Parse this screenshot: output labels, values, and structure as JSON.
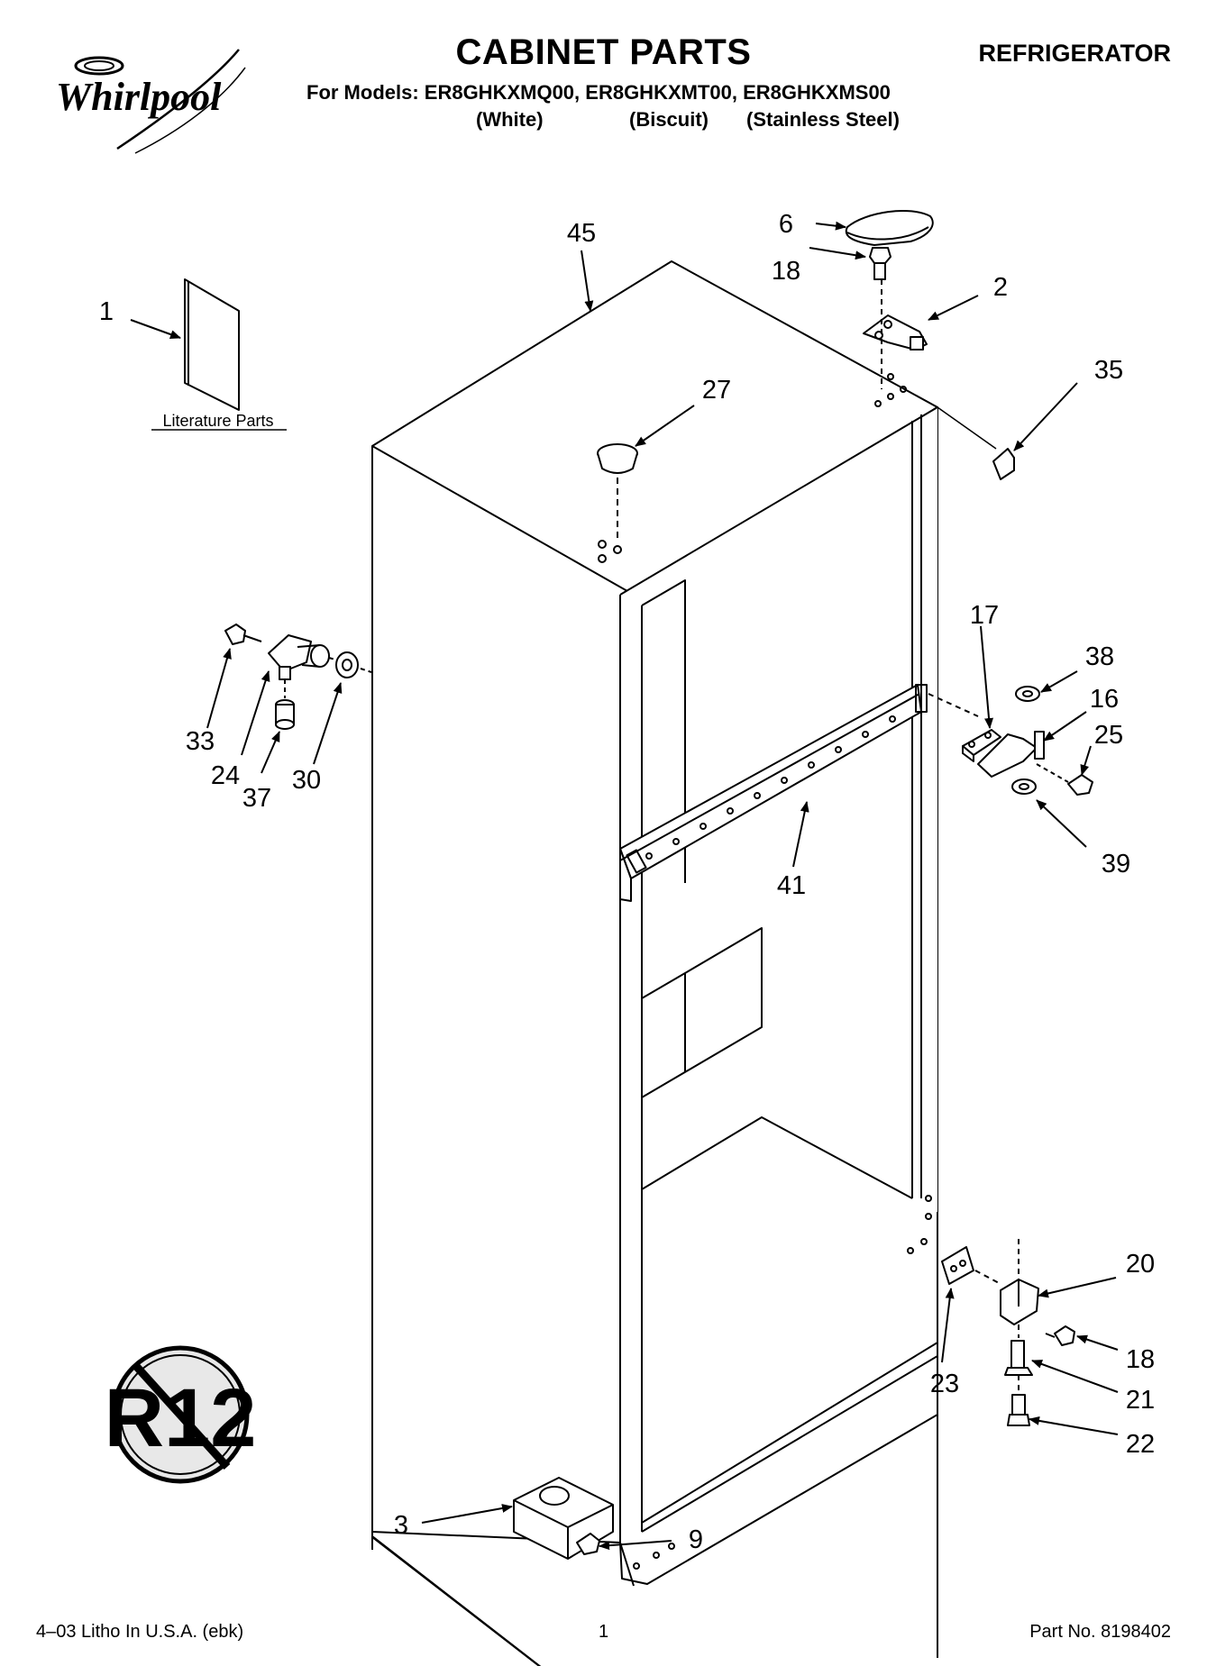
{
  "header": {
    "brand": "Whirlpool",
    "title": "CABINET PARTS",
    "category": "REFRIGERATOR",
    "models_line": "For Models: ER8GHKXMQ00, ER8GHKXMT00, ER8GHKXMS00",
    "variants": [
      "(White)",
      "(Biscuit)",
      "(Stainless Steel)"
    ]
  },
  "literature_label": "Literature Parts",
  "badge_text": "R12",
  "callouts": {
    "p1": "1",
    "p45": "45",
    "p6": "6",
    "p18a": "18",
    "p2": "2",
    "p35": "35",
    "p27": "27",
    "p33": "33",
    "p24": "24",
    "p37": "37",
    "p30": "30",
    "p17": "17",
    "p38": "38",
    "p16": "16",
    "p25": "25",
    "p39": "39",
    "p41": "41",
    "p20": "20",
    "p18b": "18",
    "p21": "21",
    "p22": "22",
    "p23": "23",
    "p3": "3",
    "p9": "9"
  },
  "footer": {
    "left": "4–03 Litho In U.S.A. (ebk)",
    "page": "1",
    "part_no": "Part No. 8198402"
  }
}
